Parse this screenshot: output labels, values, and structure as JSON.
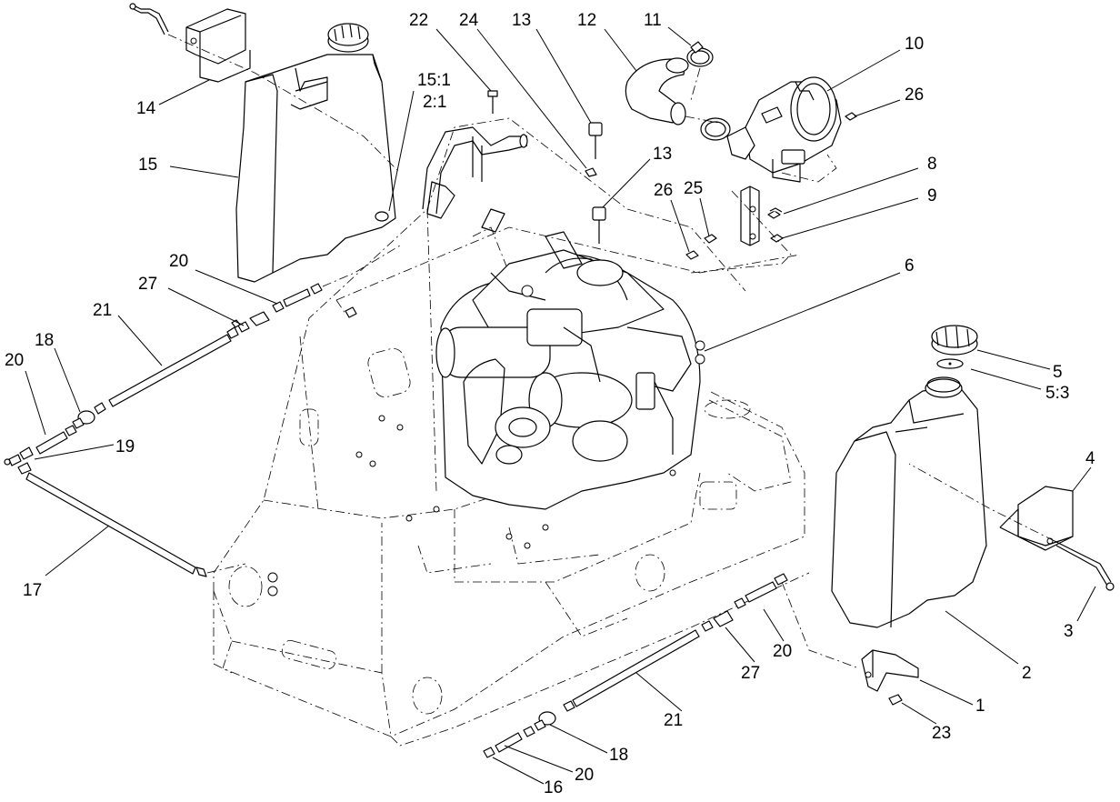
{
  "callouts": [
    {
      "id": "c22",
      "text": "22"
    },
    {
      "id": "c24",
      "text": "24"
    },
    {
      "id": "c13a",
      "text": "13"
    },
    {
      "id": "c12",
      "text": "12"
    },
    {
      "id": "c11",
      "text": "11"
    },
    {
      "id": "c10",
      "text": "10"
    },
    {
      "id": "c26a",
      "text": "26"
    },
    {
      "id": "c15_1",
      "text": "15:1"
    },
    {
      "id": "c2_1",
      "text": "2:1"
    },
    {
      "id": "c14",
      "text": "14"
    },
    {
      "id": "c15",
      "text": "15"
    },
    {
      "id": "c13b",
      "text": "13"
    },
    {
      "id": "c8",
      "text": "8"
    },
    {
      "id": "c9",
      "text": "9"
    },
    {
      "id": "c26b",
      "text": "26"
    },
    {
      "id": "c25",
      "text": "25"
    },
    {
      "id": "c6",
      "text": "6"
    },
    {
      "id": "c20a",
      "text": "20"
    },
    {
      "id": "c27a",
      "text": "27"
    },
    {
      "id": "c21a",
      "text": "21"
    },
    {
      "id": "c18a",
      "text": "18"
    },
    {
      "id": "c20b",
      "text": "20"
    },
    {
      "id": "c19",
      "text": "19"
    },
    {
      "id": "c17",
      "text": "17"
    },
    {
      "id": "c5",
      "text": "5"
    },
    {
      "id": "c5_3",
      "text": "5:3"
    },
    {
      "id": "c4",
      "text": "4"
    },
    {
      "id": "c3",
      "text": "3"
    },
    {
      "id": "c2",
      "text": "2"
    },
    {
      "id": "c20c",
      "text": "20"
    },
    {
      "id": "c27b",
      "text": "27"
    },
    {
      "id": "c21b",
      "text": "21"
    },
    {
      "id": "c1",
      "text": "1"
    },
    {
      "id": "c23",
      "text": "23"
    },
    {
      "id": "c18b",
      "text": "18"
    },
    {
      "id": "c20d",
      "text": "20"
    },
    {
      "id": "c16",
      "text": "16"
    }
  ]
}
